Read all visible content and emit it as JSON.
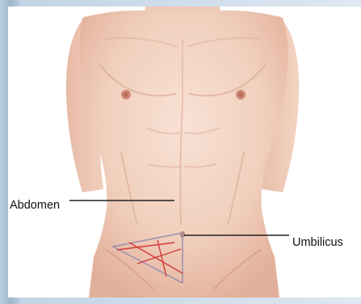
{
  "labels": {
    "abdomen": "Abdomen",
    "umbilicus": "Umbilicus"
  },
  "colors": {
    "skin_light": "#f6dccd",
    "skin_mid": "#ecc2ad",
    "skin_shadow": "#d9a38c",
    "nipple": "#c97a6a",
    "triangle_outline": "#9a8fb0",
    "incision_red": "#d23a3a",
    "leader_line": "#222222",
    "frame_blue": "#a9bfd5"
  },
  "icons": {
    "figure": "male-torso-illustration"
  }
}
